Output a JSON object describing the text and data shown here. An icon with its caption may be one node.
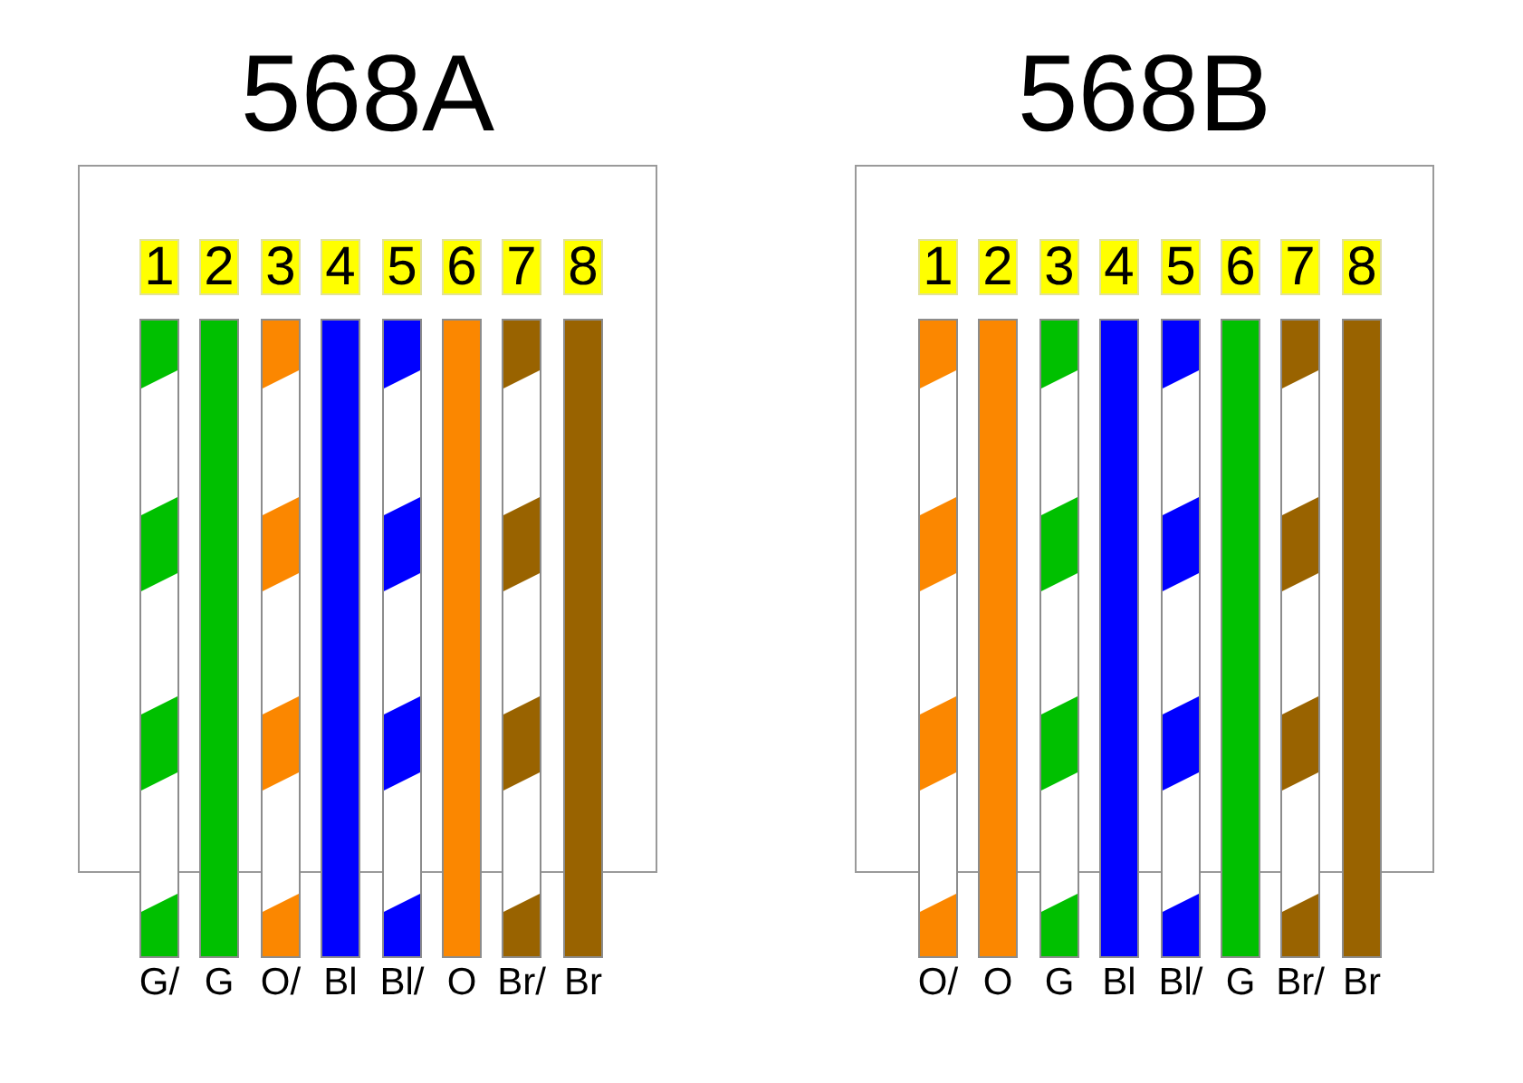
{
  "diagram": {
    "nodes": [
      {
        "text": [
          "568A"
        ]
      },
      {
        "text": [
          "1"
        ],
        "in": 0
      },
      {
        "text": [
          "2"
        ],
        "in": 0
      },
      {
        "text": [
          "3"
        ],
        "in": 0
      },
      {
        "text": [
          "4"
        ],
        "in": 0
      },
      {
        "text": [
          "5"
        ],
        "in": 0
      },
      {
        "text": [
          "6"
        ],
        "in": 0
      },
      {
        "text": [
          "7"
        ],
        "in": 0
      },
      {
        "text": [
          "8"
        ],
        "in": 0
      },
      {
        "text": [
          "568B"
        ]
      },
      {
        "text": [
          "1"
        ],
        "in": 9
      },
      {
        "text": [
          "2"
        ],
        "in": 9
      },
      {
        "text": [
          "3"
        ],
        "in": 9
      },
      {
        "text": [
          "4"
        ],
        "in": 9
      },
      {
        "text": [
          "5"
        ],
        "in": 9
      },
      {
        "text": [
          "6"
        ],
        "in": 9
      },
      {
        "text": [
          "7"
        ],
        "in": 9
      },
      {
        "text": [
          "8"
        ],
        "in": 9
      }
    ],
    "labels": [
      "G/",
      "G",
      "O/",
      "Bl",
      "Bl/",
      "O",
      "Br/",
      "Br",
      "O/",
      "O",
      "G",
      "Bl",
      "Bl/",
      "G",
      "Br/",
      "Br"
    ]
  }
}
